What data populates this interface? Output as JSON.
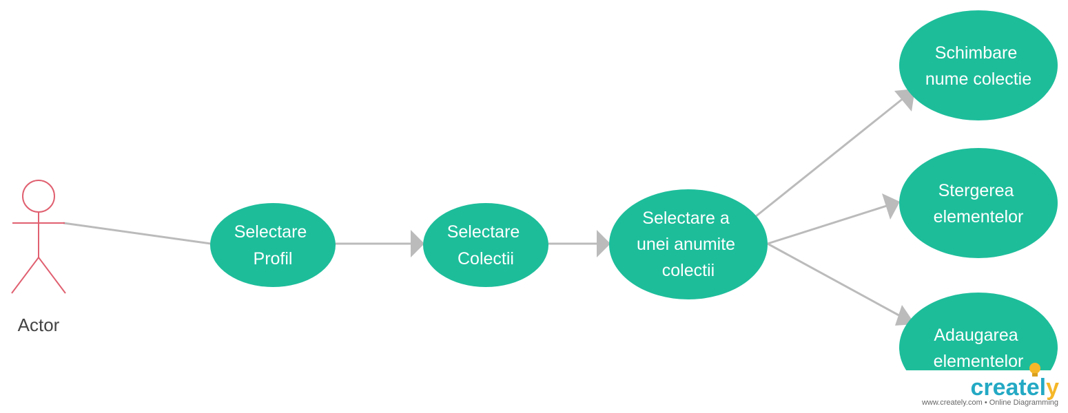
{
  "actor": {
    "label": "Actor",
    "color": "#e06070"
  },
  "node_color": "#1dbd9a",
  "edge_color": "#bbbbbb",
  "nodes": [
    {
      "id": "selectare-profil",
      "lines": [
        "Selectare",
        "Profil"
      ]
    },
    {
      "id": "selectare-colectii",
      "lines": [
        "Selectare",
        "Colectii"
      ]
    },
    {
      "id": "selectare-colectie",
      "lines": [
        "Selectare a",
        "unei anumite",
        "colectii"
      ]
    },
    {
      "id": "schimbare-nume",
      "lines": [
        "Schimbare",
        "nume colectie"
      ]
    },
    {
      "id": "stergerea",
      "lines": [
        "Stergerea",
        "elementelor"
      ]
    },
    {
      "id": "adaugarea",
      "lines": [
        "Adaugarea",
        "elementelor"
      ]
    }
  ],
  "edges": [
    {
      "from": "actor",
      "to": "selectare-profil",
      "arrow": false
    },
    {
      "from": "selectare-profil",
      "to": "selectare-colectii",
      "arrow": true
    },
    {
      "from": "selectare-colectii",
      "to": "selectare-colectie",
      "arrow": true
    },
    {
      "from": "selectare-colectie",
      "to": "schimbare-nume",
      "arrow": true
    },
    {
      "from": "selectare-colectie",
      "to": "stergerea",
      "arrow": true
    },
    {
      "from": "selectare-colectie",
      "to": "adaugarea",
      "arrow": true
    }
  ],
  "watermark": {
    "brand": "createl",
    "brand_end": "y",
    "tagline": "www.creately.com • Online Diagramming"
  }
}
